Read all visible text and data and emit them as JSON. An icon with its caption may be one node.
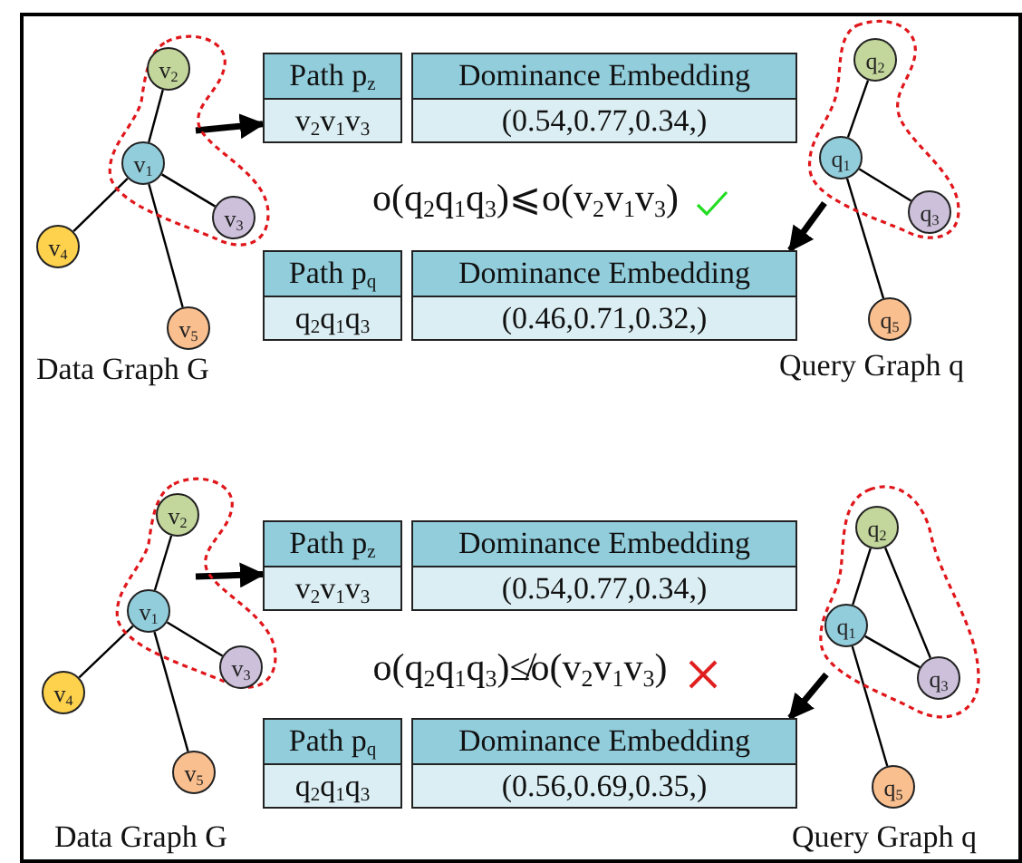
{
  "diagram": {
    "nodes": [
      {
        "text": [],
        "shape": "outline"
      },
      {
        "text": [
          "v$_{2}$"
        ],
        "in": 0
      },
      {
        "text": [
          "v$_{1}$"
        ],
        "in": 0
      },
      {
        "text": [
          "v$_{3}$"
        ],
        "in": 0
      },
      {
        "text": [
          "v$_{4}$"
        ]
      },
      {
        "text": [
          "v$_{5}$"
        ]
      },
      {
        "text": [
          "Path p$_{z}$",
          "Dominance Embedding",
          "v$_{2}$v$_{1}$v$_{3}$",
          "(0.54,0.77,0.34,)"
        ]
      },
      {
        "text": [],
        "shape": "outline"
      },
      {
        "text": [
          "q$_{2}$"
        ],
        "in": 7
      },
      {
        "text": [
          "q$_{1}$"
        ],
        "in": 7
      },
      {
        "text": [
          "q$_{3}$"
        ],
        "in": 7
      },
      {
        "text": [
          "q$_{5}$"
        ]
      },
      {
        "text": [
          "Path p$_{q}$",
          "Dominance Embedding",
          "q$_{2}$q$_{1}$q$_{3}$",
          "(0.46,0.71,0.32,)"
        ]
      },
      {
        "text": [],
        "shape": "outline"
      },
      {
        "text": [
          "v$_{2}$"
        ],
        "in": 13
      },
      {
        "text": [
          "v$_{1}$"
        ],
        "in": 13
      },
      {
        "text": [
          "v$_{3}$"
        ],
        "in": 13
      },
      {
        "text": [
          "v$_{4}$"
        ]
      },
      {
        "text": [
          "v$_{5}$"
        ]
      },
      {
        "text": [
          "Path p$_{z}$",
          "Dominance Embedding",
          "v$_{2}$v$_{1}$v$_{3}$",
          "(0.54,0.77,0.34,)"
        ]
      },
      {
        "text": [],
        "shape": "outline"
      },
      {
        "text": [
          "q$_{2}$"
        ],
        "in": 20
      },
      {
        "text": [
          "q$_{1}$"
        ],
        "in": 20
      },
      {
        "text": [
          "q$_{3}$"
        ],
        "in": 20
      },
      {
        "text": [
          "q$_{5}$"
        ]
      },
      {
        "text": [
          "Path p$_{q}$",
          "Dominance Embedding",
          "q$_{2}$q$_{1}$q$_{3}$",
          "(0.56,0.69,0.35,)"
        ]
      }
    ],
    "edges": [
      {
        "from": 1,
        "to": 2,
        "arrow": "none"
      },
      {
        "from": 2,
        "to": 3,
        "arrow": "none"
      },
      {
        "from": 2,
        "to": 4,
        "arrow": "none"
      },
      {
        "from": 2,
        "to": 5,
        "arrow": "none"
      },
      {
        "from": 0,
        "to": 6,
        "arrow": "to",
        "style": "thick"
      },
      {
        "from": 8,
        "to": 9,
        "arrow": "none"
      },
      {
        "from": 9,
        "to": 10,
        "arrow": "none"
      },
      {
        "from": 9,
        "to": 11,
        "arrow": "none"
      },
      {
        "from": 7,
        "to": 12,
        "arrow": "to",
        "style": "thick"
      },
      {
        "from": 14,
        "to": 15,
        "arrow": "none"
      },
      {
        "from": 15,
        "to": 16,
        "arrow": "none"
      },
      {
        "from": 15,
        "to": 17,
        "arrow": "none"
      },
      {
        "from": 15,
        "to": 18,
        "arrow": "none"
      },
      {
        "from": 13,
        "to": 19,
        "arrow": "to",
        "style": "thick"
      },
      {
        "from": 21,
        "to": 22,
        "arrow": "none"
      },
      {
        "from": 22,
        "to": 23,
        "arrow": "none"
      },
      {
        "from": 21,
        "to": 23,
        "arrow": "none"
      },
      {
        "from": 22,
        "to": 24,
        "arrow": "none"
      },
      {
        "from": 20,
        "to": 25,
        "arrow": "to",
        "style": "thick"
      }
    ],
    "labels": [
      "o(q$_{2}$q$_{1}$q$_{3}$)⩽o(v$_{2}$v$_{1}$v$_{3}$)",
      "Data Graph G",
      "Query Graph q",
      "o(q$_{2}$q$_{1}$q$_{3}$)≰o(v$_{2}$v$_{1}$v$_{3}$)",
      "Data Graph G",
      "Query Graph q"
    ]
  }
}
